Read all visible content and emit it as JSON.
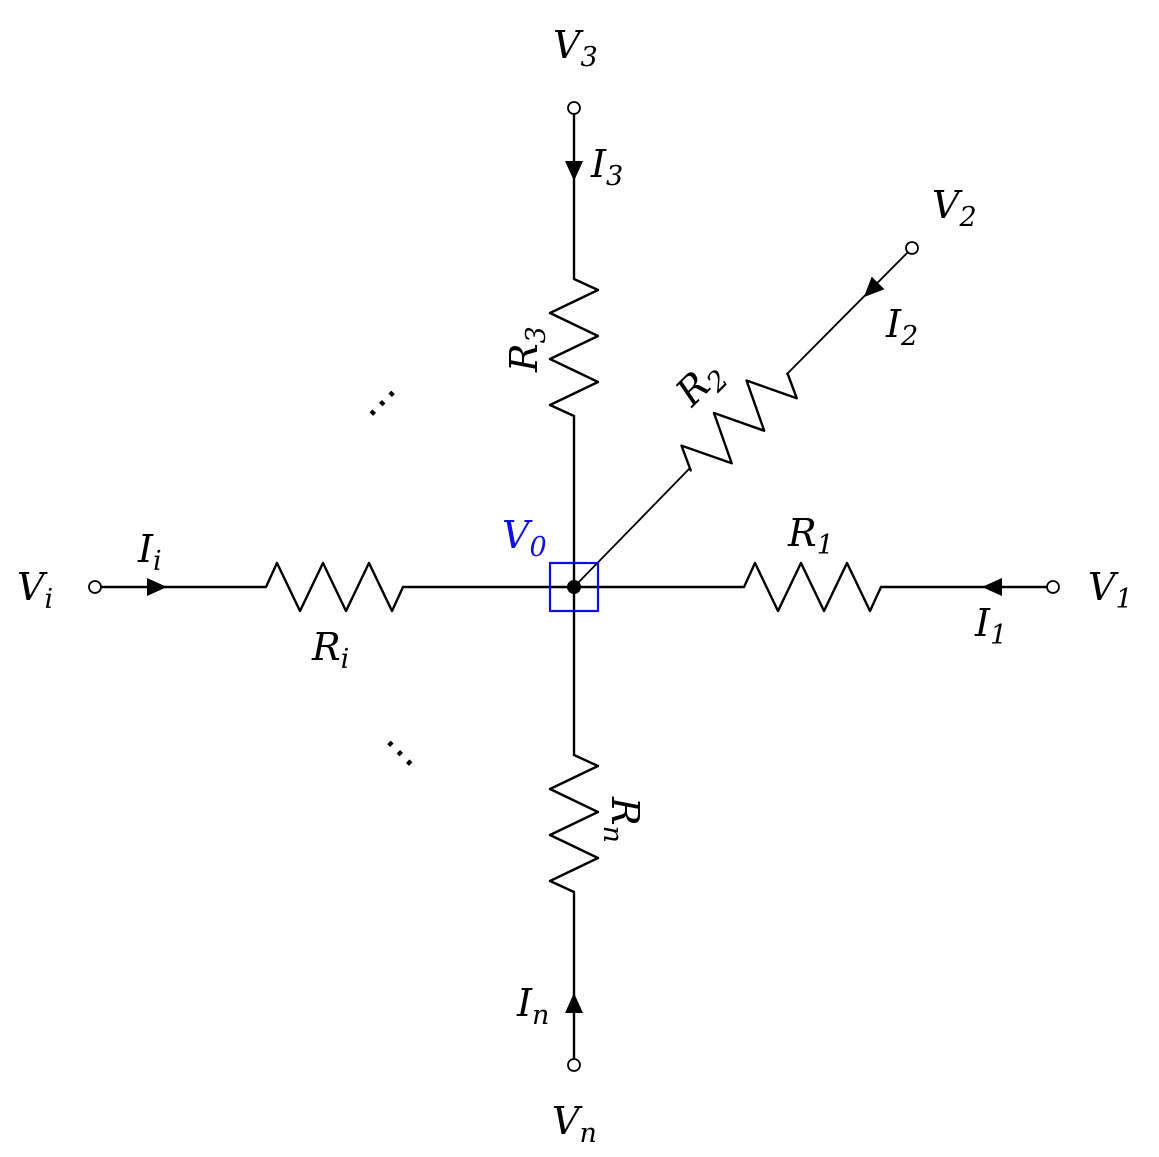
{
  "node": {
    "main": "V",
    "sub": "0",
    "color": "#1010dd"
  },
  "branches": [
    {
      "id": "1",
      "voltage": {
        "main": "V",
        "sub": "1"
      },
      "current": {
        "main": "I",
        "sub": "1"
      },
      "resistor": {
        "main": "R",
        "sub": "1"
      }
    },
    {
      "id": "2",
      "voltage": {
        "main": "V",
        "sub": "2"
      },
      "current": {
        "main": "I",
        "sub": "2"
      },
      "resistor": {
        "main": "R",
        "sub": "2"
      }
    },
    {
      "id": "3",
      "voltage": {
        "main": "V",
        "sub": "3"
      },
      "current": {
        "main": "I",
        "sub": "3"
      },
      "resistor": {
        "main": "R",
        "sub": "3"
      }
    },
    {
      "id": "i",
      "voltage": {
        "main": "V",
        "sub": "i"
      },
      "current": {
        "main": "I",
        "sub": "i"
      },
      "resistor": {
        "main": "R",
        "sub": "i"
      }
    },
    {
      "id": "n",
      "voltage": {
        "main": "V",
        "sub": "n"
      },
      "current": {
        "main": "I",
        "sub": "n"
      },
      "resistor": {
        "main": "R",
        "sub": "n"
      }
    }
  ],
  "ellipsis": [
    "⋯",
    "⋯"
  ]
}
